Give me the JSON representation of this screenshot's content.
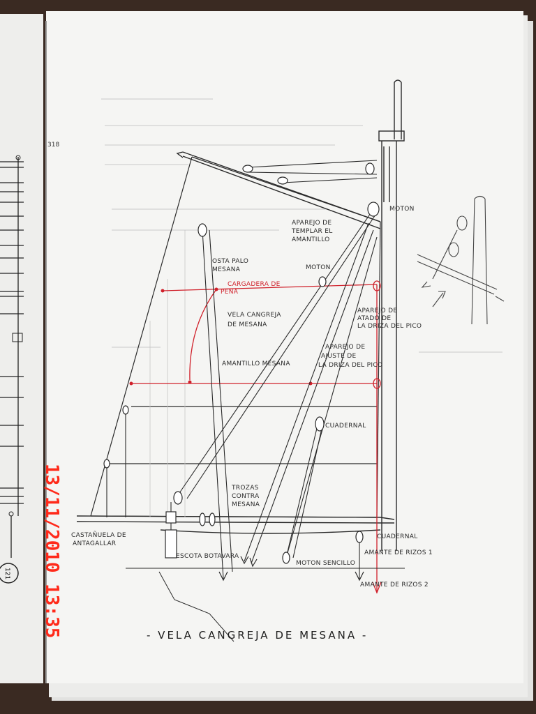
{
  "title": "- VELA CANGREJA DE MESANA -",
  "timestamp": "13/11/2010  13:35",
  "margin_note": "318",
  "left_page_number": "121",
  "labels": {
    "apparejo_temp": [
      "APAREJO DE",
      "TEMPLAR EL",
      "AMANTILLO"
    ],
    "moton_top": "MOTON",
    "moton_mid": "MOTON",
    "osta": [
      "OSTA PALO",
      "MESANA"
    ],
    "cargadera": [
      "CARGADERA DE",
      "PENA"
    ],
    "vela": [
      "VELA CANGREJA",
      "DE MESANA"
    ],
    "aparejo_atado": [
      "APAREJO DE",
      "ATADO DE",
      "LA DRIZA DEL PICO"
    ],
    "amantillo": "AMANTILLO MESANA",
    "aparejo_ajuste": [
      "APAREJO DE",
      "AJUSTE DE",
      "LA DRIZA DEL PICO"
    ],
    "cuadernal_up": "CUADERNAL",
    "trozas": [
      "TROZAS",
      "CONTRA",
      "MESANA"
    ],
    "castanuela": [
      "CASTAÑUELA DE",
      "ANTAGALLAR"
    ],
    "cuadernal_low": "CUADERNAL",
    "amante1": "AMANTE DE RIZOS 1",
    "amante2": "AMANTE DE RIZOS 2",
    "escota": "ESCOTA BOTAVARA",
    "moton_sencillo": "MOTON SENCILLO"
  },
  "colors": {
    "paper": "#f4f4f2",
    "ink": "#2a2a2a",
    "red": "#d0202a",
    "stamp": "#ff2a1a",
    "background": "#3a2a22"
  }
}
